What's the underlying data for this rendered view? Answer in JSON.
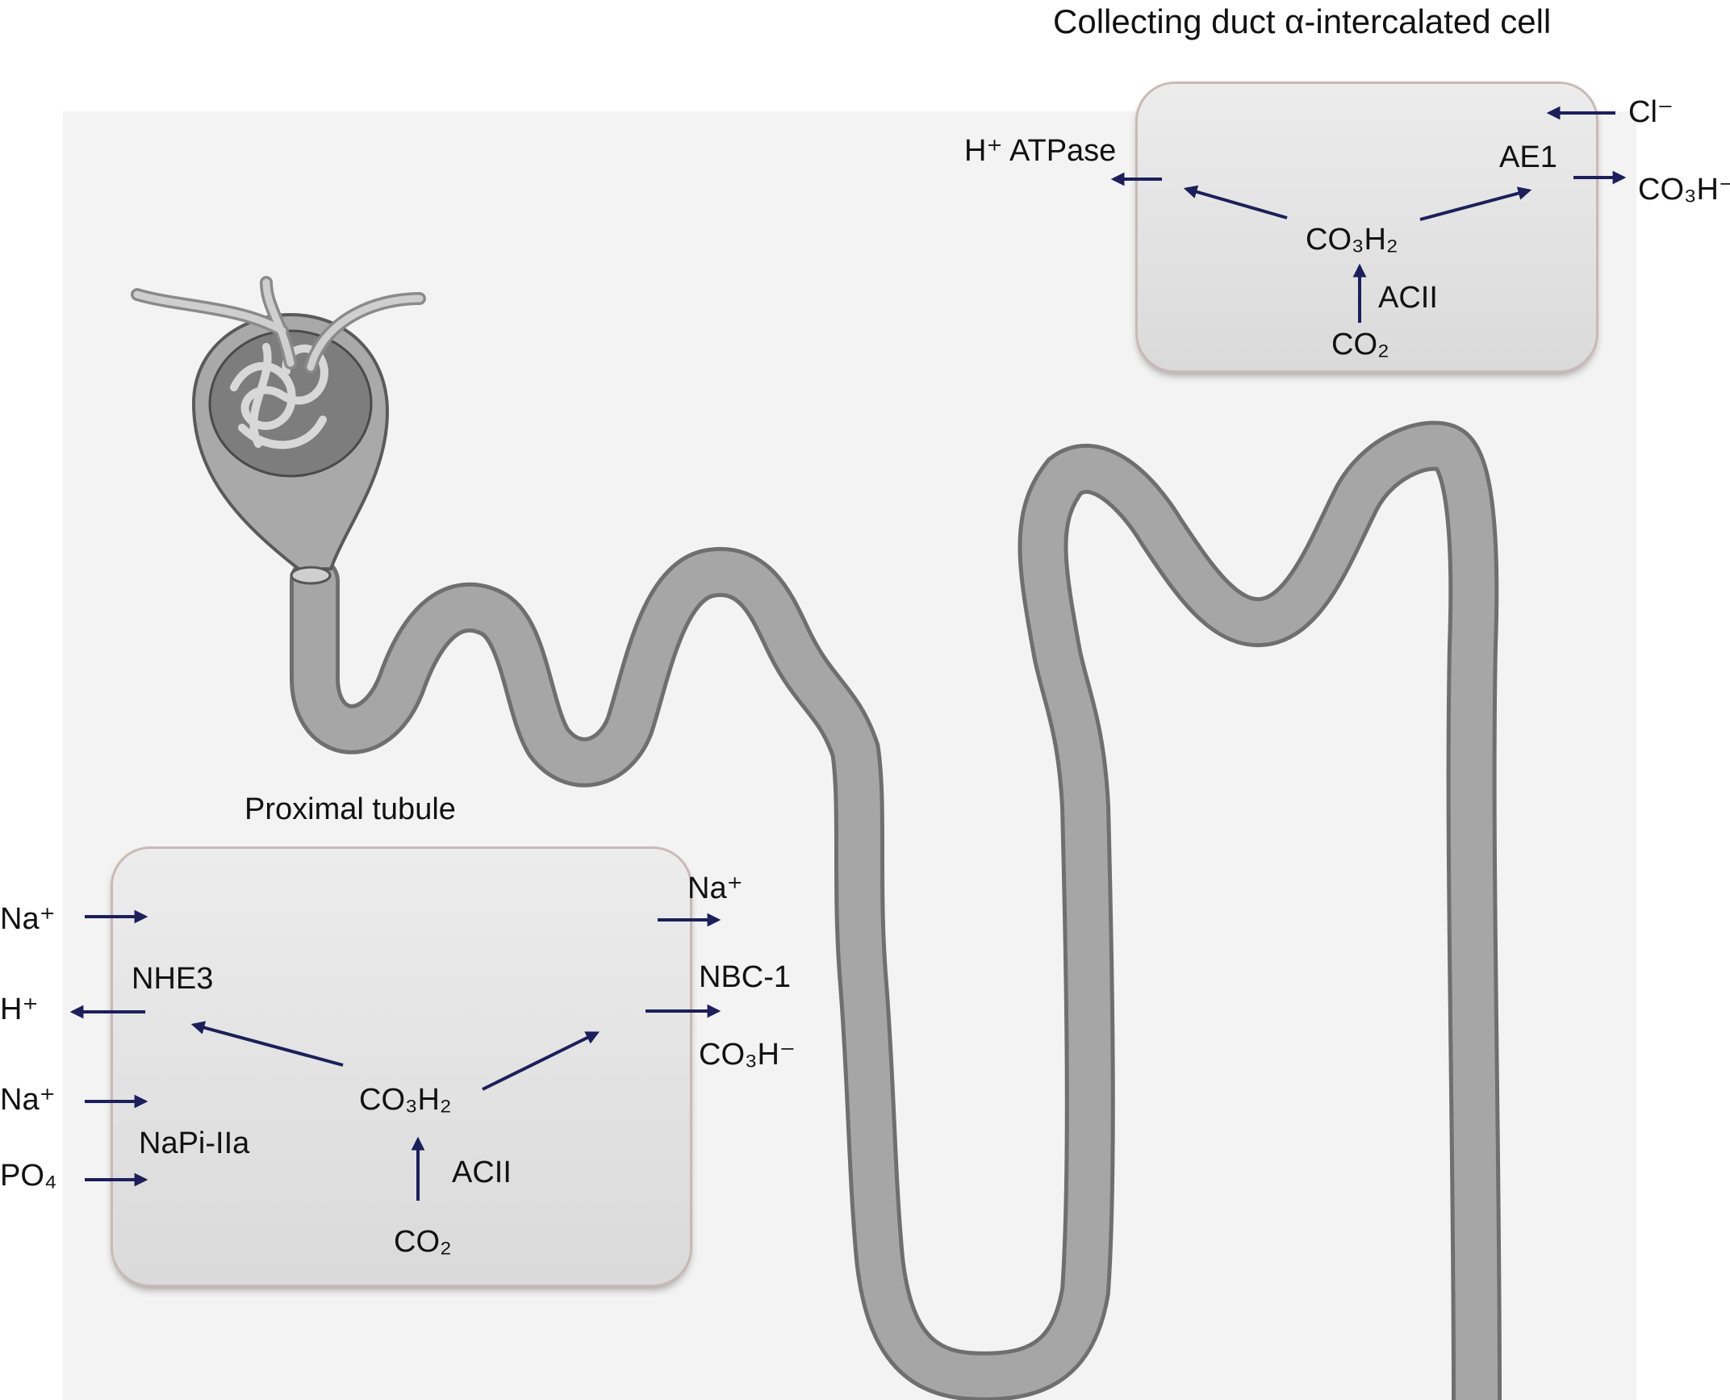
{
  "colors": {
    "arrow": "#1c1f5a",
    "background_panel": "#f3f3f3",
    "cell_fill": "#e2e2e2",
    "tubule": "#9c9c9c"
  },
  "collecting_duct": {
    "title": "Collecting duct α-intercalated cell",
    "h_atpase": "H⁺ ATPase",
    "ae1": "AE1",
    "cl": "Cl⁻",
    "co3h": "CO₃H⁻",
    "co3h2": "CO₃H₂",
    "acii": "ACII",
    "co2": "CO₂"
  },
  "proximal_tubule": {
    "title": "Proximal tubule",
    "na_in_1": "Na⁺",
    "nhe3": "NHE3",
    "h": "H⁺",
    "na_in_2": "Na⁺",
    "napi": "NaPi-IIa",
    "po4": "PO₄",
    "na_out": "Na⁺",
    "nbc1": "NBC-1",
    "co3h_out": "CO₃H⁻",
    "co3h2": "CO₃H₂",
    "acii": "ACII",
    "co2": "CO₂"
  }
}
